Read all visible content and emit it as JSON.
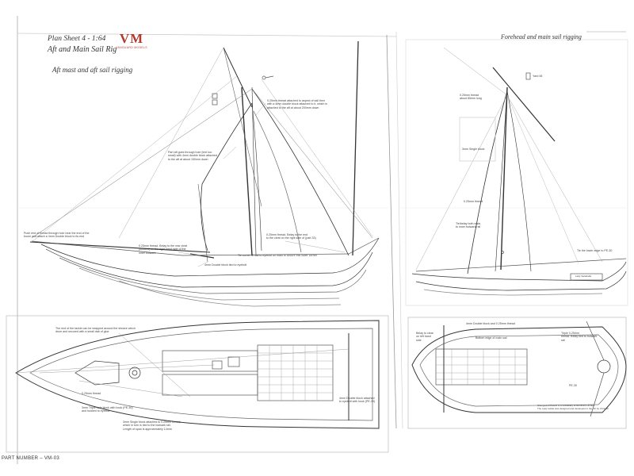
{
  "sheet": {
    "title": "Plan Sheet 4 - 1:64",
    "subtitle": "Aft and Main Sail Rig",
    "logo_text": "VM",
    "logo_subtext": "VANGUARD MODELS",
    "left_heading": "Aft mast and aft sail rigging",
    "right_heading": "Forehead and main sail rigging",
    "part_number": "PART NUMBER – VM-03"
  },
  "notes": {
    "n1": "0.25mm thread attached to aspect of sail then\nwith a 4mm double block attached to it, which is\nattached to the aft at about 200mm down",
    "n2": "Part aft goes through hole (text too\nsmall) with 4mm double block attached\nto the aft at about 150mm down",
    "n3": "Push end of thread through hole near the end of the\nboom and attach a 4mm Double block to its end",
    "n4": "0.25mm thread. Belay to the rear cleat\n(located) on the right hand side of the\ninner bulwark",
    "n5": "0.25mm thread. Belay to the end\nto the cleat on the right side of (part 33)",
    "n6": "Tie corner of sail to eyebolt on mast to secure this lower corner",
    "n7": "4mm Double block tied to eyebolt",
    "n8": "The end of the tackle can be wrapped around the sheave winch\ndrum and secured with a small dab of glue",
    "n9": "0.25mm thread",
    "n10": "3mm Triple hole block with hook (PE-30)\nand hooked to eyebolt",
    "n11": "3mm Single block attached to 0.25mm thread,\nwhich in turn is tied to the bulwark rail.\nLength of span is approximately 14mm",
    "n12": "4mm Double block attached\nto eyebolt with hook (PE-30)",
    "n13": "0.25mm thread\nabout 85mm long",
    "n14": "Yard 06",
    "n15": "3mm Single block",
    "n16": "0.25mm thread",
    "n17": "Tie/belay both ends\nto inner bulwark rail",
    "n18": "Tie the lower edge to PE-30",
    "n19": "Belay to cleat\non left hand\nside",
    "n20": "4mm Double block and 0.25mm thread",
    "n21": "Bottom edge of main sail",
    "n22": "Triple 0.25mm\nthread. Belay tied to bulwark\nrail",
    "n23": "PE-30",
    "n24": "Shanguard Models is a subsidiary of Burnham Limited.\nThe Lady tackle was designed and developed in the UK by Chris W."
  },
  "labels": {
    "name_plate": "Lady Sarabella"
  }
}
